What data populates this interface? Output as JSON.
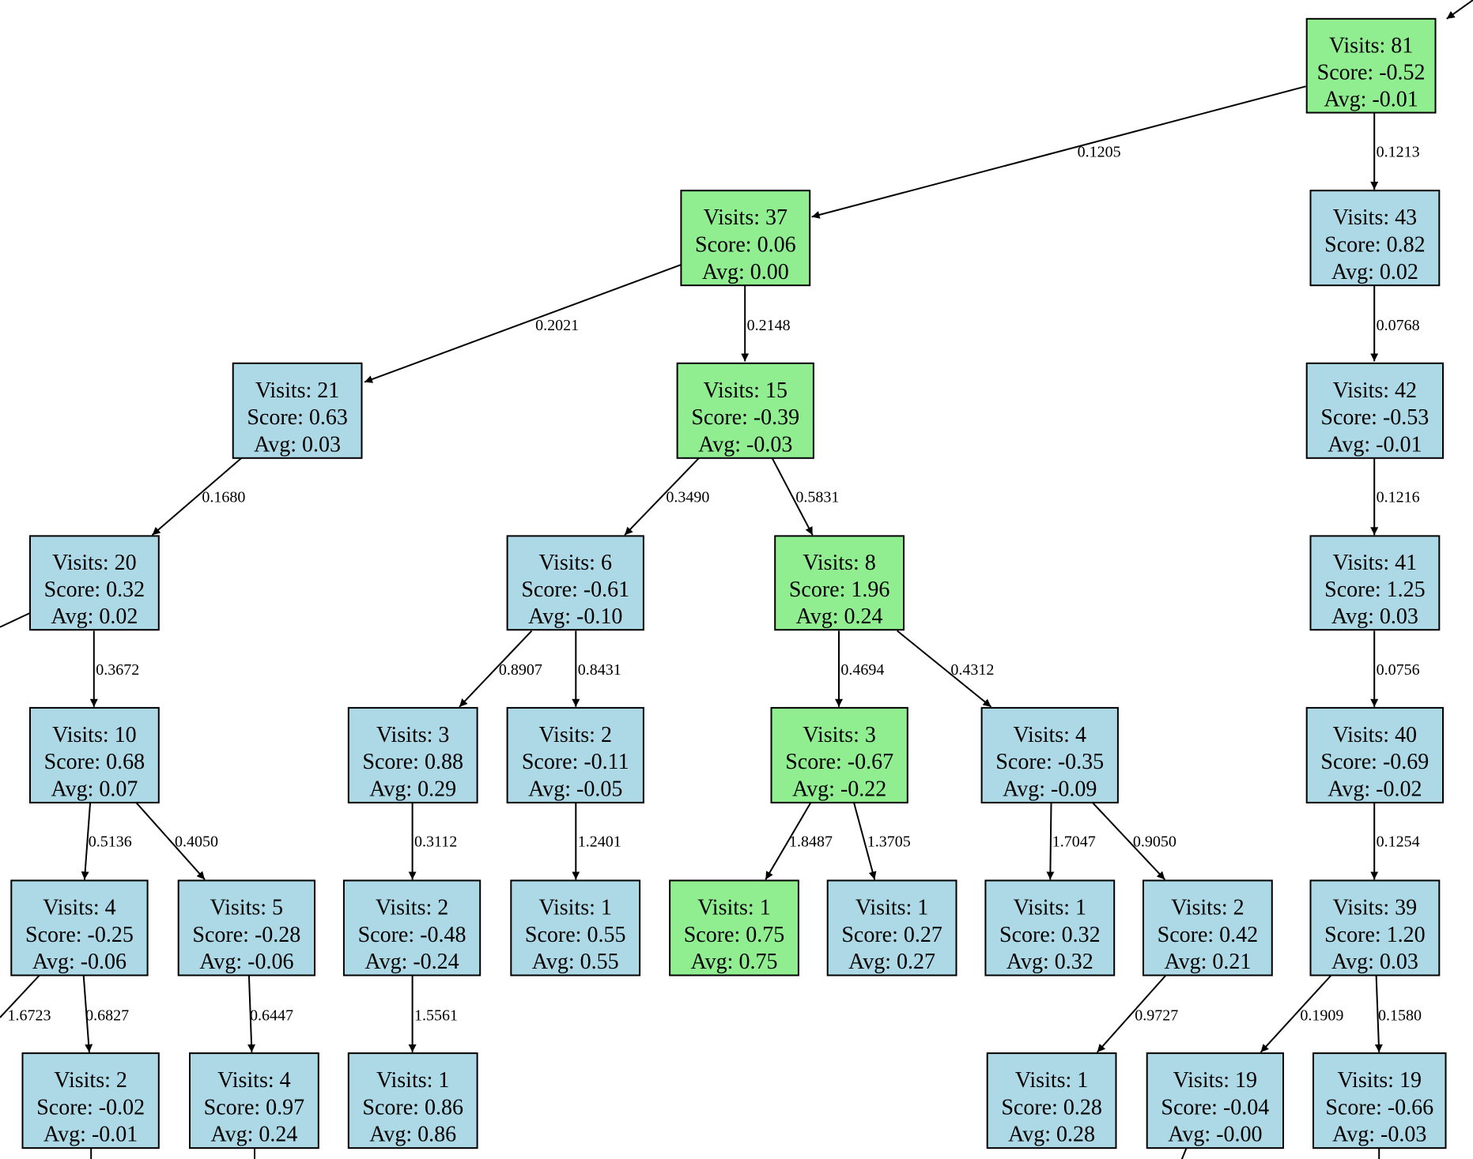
{
  "colors": {
    "highlight": "#90ee90",
    "default": "#add8e6",
    "stroke": "#000000"
  },
  "labels": {
    "visits": "Visits: ",
    "score": "Score: ",
    "avg": "Avg: "
  },
  "nodes": [
    {
      "id": "n81",
      "visits": "81",
      "score": "-0.52",
      "avg": "-0.01",
      "highlight": true
    },
    {
      "id": "n37",
      "visits": "37",
      "score": "0.06",
      "avg": "0.00",
      "highlight": true
    },
    {
      "id": "n43",
      "visits": "43",
      "score": "0.82",
      "avg": "0.02",
      "highlight": false
    },
    {
      "id": "n21",
      "visits": "21",
      "score": "0.63",
      "avg": "0.03",
      "highlight": false
    },
    {
      "id": "n15",
      "visits": "15",
      "score": "-0.39",
      "avg": "-0.03",
      "highlight": true
    },
    {
      "id": "n42",
      "visits": "42",
      "score": "-0.53",
      "avg": "-0.01",
      "highlight": false
    },
    {
      "id": "n20",
      "visits": "20",
      "score": "0.32",
      "avg": "0.02",
      "highlight": false
    },
    {
      "id": "n6",
      "visits": "6",
      "score": "-0.61",
      "avg": "-0.10",
      "highlight": false
    },
    {
      "id": "n8",
      "visits": "8",
      "score": "1.96",
      "avg": "0.24",
      "highlight": true
    },
    {
      "id": "n41",
      "visits": "41",
      "score": "1.25",
      "avg": "0.03",
      "highlight": false
    },
    {
      "id": "n10",
      "visits": "10",
      "score": "0.68",
      "avg": "0.07",
      "highlight": false
    },
    {
      "id": "n3a",
      "visits": "3",
      "score": "0.88",
      "avg": "0.29",
      "highlight": false
    },
    {
      "id": "n2a",
      "visits": "2",
      "score": "-0.11",
      "avg": "-0.05",
      "highlight": false
    },
    {
      "id": "n3b",
      "visits": "3",
      "score": "-0.67",
      "avg": "-0.22",
      "highlight": true
    },
    {
      "id": "n4a",
      "visits": "4",
      "score": "-0.35",
      "avg": "-0.09",
      "highlight": false
    },
    {
      "id": "n40",
      "visits": "40",
      "score": "-0.69",
      "avg": "-0.02",
      "highlight": false
    },
    {
      "id": "n4b",
      "visits": "4",
      "score": "-0.25",
      "avg": "-0.06",
      "highlight": false
    },
    {
      "id": "n5",
      "visits": "5",
      "score": "-0.28",
      "avg": "-0.06",
      "highlight": false
    },
    {
      "id": "n2b",
      "visits": "2",
      "score": "-0.48",
      "avg": "-0.24",
      "highlight": false
    },
    {
      "id": "n1a",
      "visits": "1",
      "score": "0.55",
      "avg": "0.55",
      "highlight": false
    },
    {
      "id": "n1b",
      "visits": "1",
      "score": "0.75",
      "avg": "0.75",
      "highlight": true
    },
    {
      "id": "n1c",
      "visits": "1",
      "score": "0.27",
      "avg": "0.27",
      "highlight": false
    },
    {
      "id": "n1d",
      "visits": "1",
      "score": "0.32",
      "avg": "0.32",
      "highlight": false
    },
    {
      "id": "n2c",
      "visits": "2",
      "score": "0.42",
      "avg": "0.21",
      "highlight": false
    },
    {
      "id": "n39",
      "visits": "39",
      "score": "1.20",
      "avg": "0.03",
      "highlight": false
    },
    {
      "id": "n2d",
      "visits": "2",
      "score": "-0.02",
      "avg": "-0.01",
      "highlight": false
    },
    {
      "id": "n4c",
      "visits": "4",
      "score": "0.97",
      "avg": "0.24",
      "highlight": false
    },
    {
      "id": "n1e",
      "visits": "1",
      "score": "0.86",
      "avg": "0.86",
      "highlight": false
    },
    {
      "id": "n1f",
      "visits": "1",
      "score": "0.28",
      "avg": "0.28",
      "highlight": false
    },
    {
      "id": "n19a",
      "visits": "19",
      "score": "-0.04",
      "avg": "-0.00",
      "highlight": false
    },
    {
      "id": "n19b",
      "visits": "19",
      "score": "-0.66",
      "avg": "-0.03",
      "highlight": false
    }
  ],
  "edges": [
    {
      "from": "n81",
      "to": "n37",
      "label": "0.1205"
    },
    {
      "from": "n81",
      "to": "n43",
      "label": "0.1213"
    },
    {
      "from": "n37",
      "to": "n21",
      "label": "0.2021"
    },
    {
      "from": "n37",
      "to": "n15",
      "label": "0.2148"
    },
    {
      "from": "n43",
      "to": "n42",
      "label": "0.0768"
    },
    {
      "from": "n21",
      "to": "n20",
      "label": "0.1680"
    },
    {
      "from": "n15",
      "to": "n6",
      "label": "0.3490"
    },
    {
      "from": "n15",
      "to": "n8",
      "label": "0.5831"
    },
    {
      "from": "n42",
      "to": "n41",
      "label": "0.1216"
    },
    {
      "from": "n20",
      "to": "n10",
      "label": "0.3672"
    },
    {
      "from": "n6",
      "to": "n3a",
      "label": "0.8907"
    },
    {
      "from": "n6",
      "to": "n2a",
      "label": "0.8431"
    },
    {
      "from": "n8",
      "to": "n3b",
      "label": "0.4694"
    },
    {
      "from": "n8",
      "to": "n4a",
      "label": "0.4312"
    },
    {
      "from": "n41",
      "to": "n40",
      "label": "0.0756"
    },
    {
      "from": "n10",
      "to": "n4b",
      "label": "0.5136"
    },
    {
      "from": "n10",
      "to": "n5",
      "label": "0.4050"
    },
    {
      "from": "n3a",
      "to": "n2b",
      "label": "0.3112"
    },
    {
      "from": "n2a",
      "to": "n1a",
      "label": "1.2401"
    },
    {
      "from": "n3b",
      "to": "n1b",
      "label": "1.8487"
    },
    {
      "from": "n3b",
      "to": "n1c",
      "label": "1.3705"
    },
    {
      "from": "n4a",
      "to": "n1d",
      "label": "1.7047"
    },
    {
      "from": "n4a",
      "to": "n2c",
      "label": "0.9050"
    },
    {
      "from": "n40",
      "to": "n39",
      "label": "0.1254"
    },
    {
      "from": "n4b",
      "to": "n2d",
      "label": "0.6827"
    },
    {
      "from": "n5",
      "to": "n4c",
      "label": "0.6447"
    },
    {
      "from": "n2b",
      "to": "n1e",
      "label": "1.5561"
    },
    {
      "from": "n2c",
      "to": "n1f",
      "label": "0.9727"
    },
    {
      "from": "n39",
      "to": "n19a",
      "label": "0.1909"
    },
    {
      "from": "n39",
      "to": "n19b",
      "label": "0.1580"
    }
  ],
  "partial_edges": [
    {
      "id": "edge-in-root",
      "label": ""
    },
    {
      "id": "edge-out-n20-left",
      "label": ""
    },
    {
      "id": "edge-out-n4b-left",
      "label": "1.6723"
    },
    {
      "id": "edge-out-n2d-down",
      "label": ""
    },
    {
      "id": "edge-out-n4c-down",
      "label": ""
    },
    {
      "id": "edge-out-n19a-down",
      "label": ""
    },
    {
      "id": "edge-out-n19b-down",
      "label": ""
    }
  ]
}
